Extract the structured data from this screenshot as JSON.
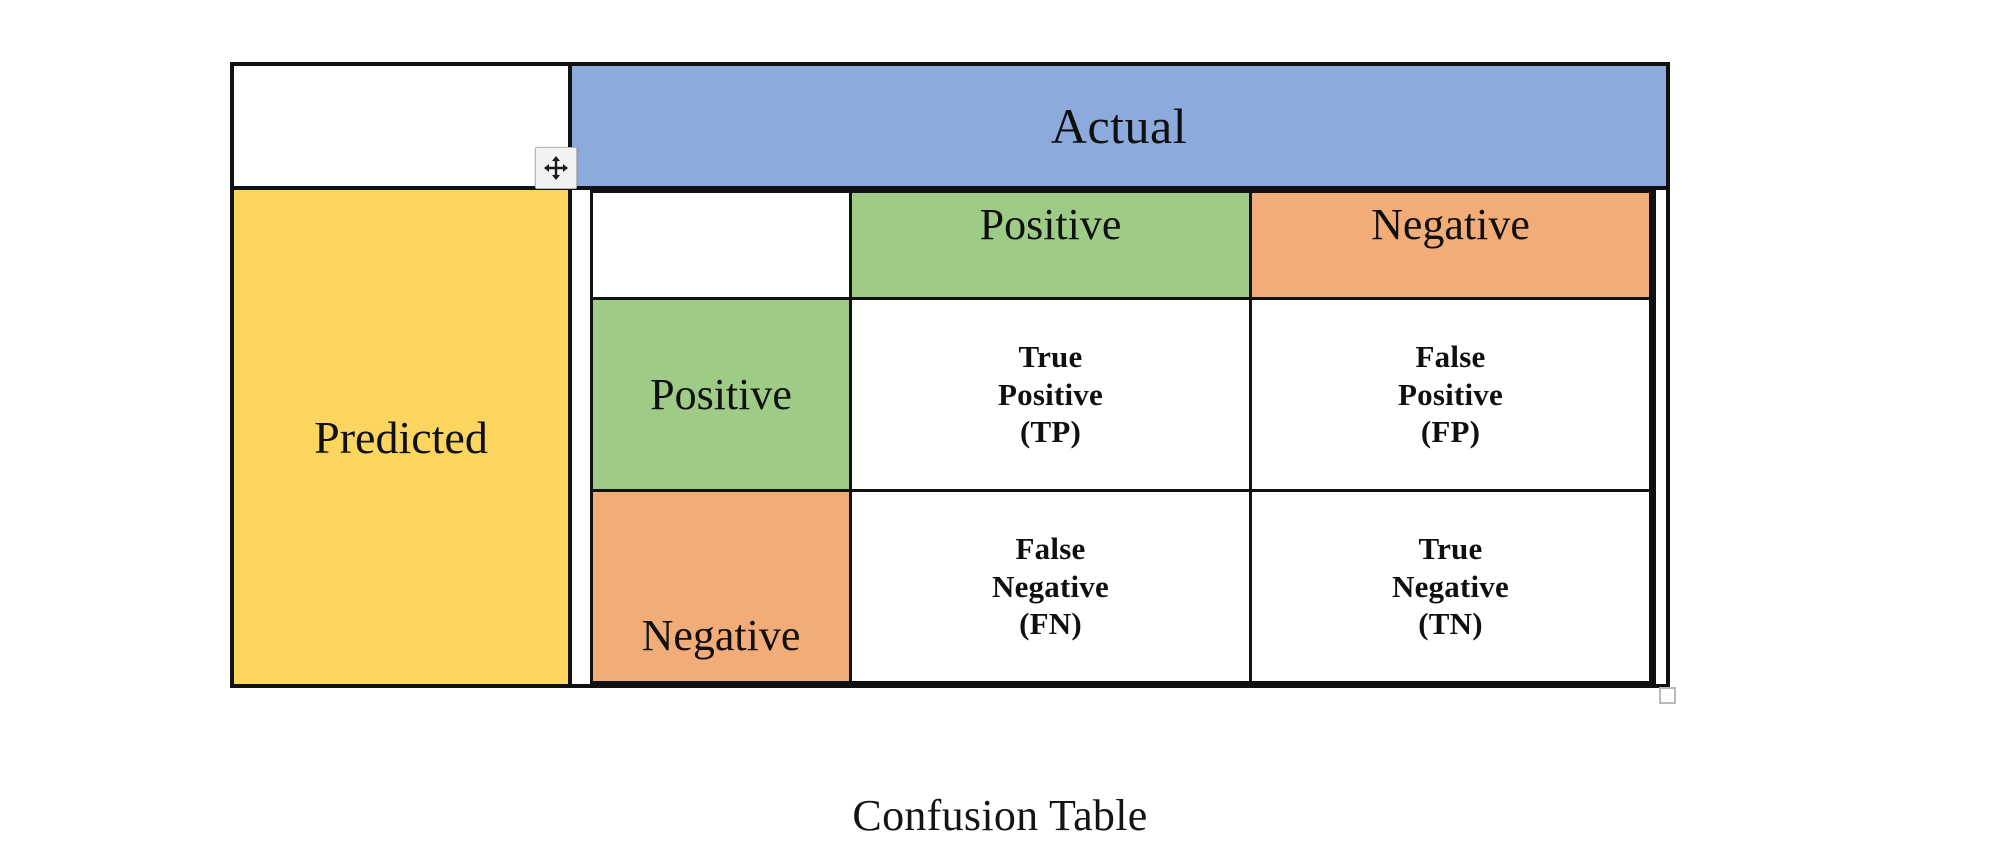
{
  "caption": "Confusion Table",
  "table": {
    "actual_header": "Actual",
    "predicted_header": "Predicted",
    "corner_blank": "",
    "inner_blank": "",
    "column_headers": [
      "Positive",
      "Negative"
    ],
    "row_headers": [
      "Positive",
      "Negative"
    ],
    "cells": [
      [
        "True\nPositive\n(TP)",
        "False\nPositive\n(FP)"
      ],
      [
        "False\nNegative\n(FN)",
        "True\nNegative\n(TN)"
      ]
    ],
    "cells_flat": {
      "tp": "True Positive (TP)",
      "fp": "False Positive (FP)",
      "fn": "False Negative (FN)",
      "tn": "True Negative (TN)"
    },
    "cell_lines": {
      "tp": [
        "True",
        "Positive",
        "(TP)"
      ],
      "fp": [
        "False",
        "Positive",
        "(FP)"
      ],
      "fn": [
        "False",
        "Negative",
        "(FN)"
      ],
      "tn": [
        "True",
        "Negative",
        "(TN)"
      ]
    }
  },
  "colors": {
    "actual_header_bg": "#8CAADC",
    "predicted_header_bg": "#FCD55E",
    "positive_bg": "#9ECB85",
    "negative_bg": "#F2AC78",
    "cell_bg": "#FFFFFF",
    "border": "#111111",
    "text": "#101010"
  },
  "handles": {
    "move_handle": "move-cursor-icon",
    "resize_handle": "resize-handle-icon"
  }
}
